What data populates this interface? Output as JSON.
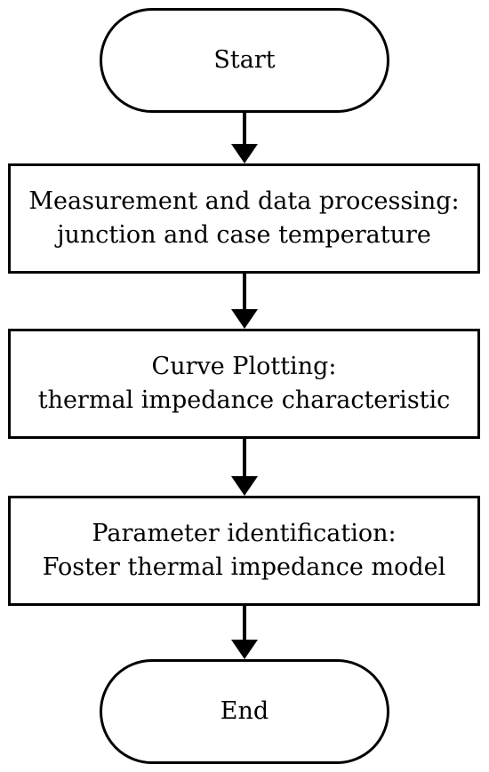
{
  "flowchart": {
    "start_label": "Start",
    "steps": [
      {
        "line1": "Measurement and data processing:",
        "line2": "junction and case temperature"
      },
      {
        "line1": "Curve Plotting:",
        "line2": "thermal impedance characteristic"
      },
      {
        "line1": "Parameter identification:",
        "line2": "Foster thermal impedance model"
      }
    ],
    "end_label": "End"
  }
}
